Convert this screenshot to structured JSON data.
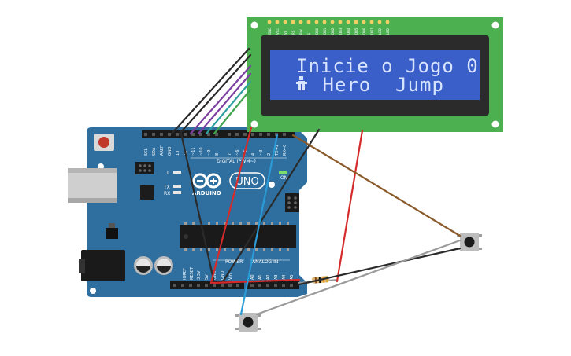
{
  "arduino": {
    "brand": "ARDUINO",
    "model": "UNO",
    "digital_header": "DIGITAL (PWM~)",
    "power_header": "POWER",
    "analog_header": "ANALOG IN",
    "on_label": "ON",
    "tx_label": "TX",
    "rx_label": "RX",
    "l_label": "L",
    "top_pins": [
      "SCL",
      "SDA",
      "AREF",
      "GND",
      "13",
      "12",
      "~11",
      "~10",
      "~9",
      "8",
      "7",
      "~6",
      "~5",
      "4",
      "~3",
      "2",
      "TX→1",
      "RX←0"
    ],
    "bottom_pins": [
      "IOREF",
      "RESET",
      "3.3V",
      "5V",
      "GND",
      "GND",
      "Vin",
      "A0",
      "A1",
      "A2",
      "A3",
      "A4",
      "A5"
    ]
  },
  "lcd": {
    "line1": "Inicie o Jogo 0",
    "line2_icon": "running-hero-glyph",
    "line2": " Hero  Jump",
    "pins": [
      "GND",
      "VCC",
      "V0",
      "RS",
      "RW",
      "E",
      "DB0",
      "DB1",
      "DB2",
      "DB3",
      "DB4",
      "DB5",
      "DB6",
      "DB7",
      "LED",
      "LED"
    ],
    "colors": {
      "board": "#4caf50",
      "screen": "#3a5fc8",
      "bezel": "#2b2b2b"
    }
  },
  "colors": {
    "arduino_board": "#2f6f9f",
    "wire_black": "#2a2a2a",
    "wire_red": "#d62a2a",
    "wire_brown": "#8b5a2b",
    "wire_blue": "#2a9bd6",
    "wire_gray": "#9a9a9a",
    "wire_purple": "#7b3fa0",
    "wire_green": "#3fa34d",
    "wire_teal": "#2ea0a0"
  }
}
